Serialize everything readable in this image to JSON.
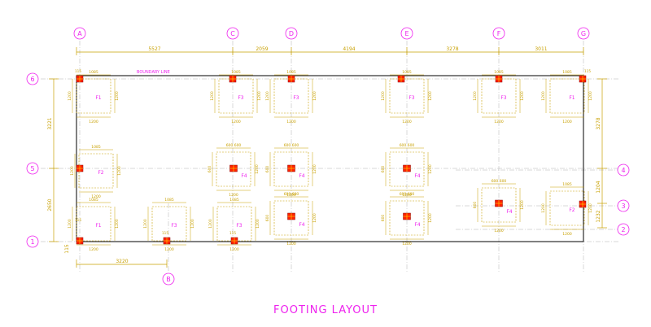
{
  "title": "FOOTING LAYOUT",
  "boundary_label": "BOUNDARY LINE",
  "colors": {
    "dimension": "#c8a000",
    "label": "#ee22ee",
    "boundary": "#000000",
    "grid": "#b0b0b0",
    "column": "#ff2200"
  },
  "grid_top": [
    {
      "id": "A",
      "label": "A"
    },
    {
      "id": "C",
      "label": "C"
    },
    {
      "id": "D",
      "label": "D"
    },
    {
      "id": "E",
      "label": "E"
    },
    {
      "id": "F",
      "label": "F"
    },
    {
      "id": "G",
      "label": "G"
    }
  ],
  "grid_bottom": [
    {
      "id": "B",
      "label": "B"
    }
  ],
  "grid_left": [
    {
      "id": "6",
      "label": "6"
    },
    {
      "id": "5",
      "label": "5"
    },
    {
      "id": "1",
      "label": "1"
    }
  ],
  "grid_right": [
    {
      "id": "4",
      "label": "4"
    },
    {
      "id": "3",
      "label": "3"
    },
    {
      "id": "2",
      "label": "2"
    }
  ],
  "top_dims": [
    "5527",
    "2059",
    "4194",
    "3278",
    "3011"
  ],
  "bottom_dims": [
    "3220"
  ],
  "left_dims": [
    "3221",
    "2650",
    "115"
  ],
  "right_dims": [
    "3278",
    "1204",
    "1232"
  ],
  "small_dims": {
    "d1085": "1085",
    "d1200": "1200",
    "d600": "600",
    "d115": "115"
  },
  "footings": [
    {
      "id": "f-a6",
      "type": "F1"
    },
    {
      "id": "f-c6",
      "type": "F3"
    },
    {
      "id": "f-d6",
      "type": "F3"
    },
    {
      "id": "f-e6",
      "type": "F3"
    },
    {
      "id": "f-f6",
      "type": "F3"
    },
    {
      "id": "f-g6",
      "type": "F1"
    },
    {
      "id": "f-a5",
      "type": "F2"
    },
    {
      "id": "f-c5",
      "type": "F4"
    },
    {
      "id": "f-d5",
      "type": "F4"
    },
    {
      "id": "f-e5",
      "type": "F4"
    },
    {
      "id": "f-a1",
      "type": "F1"
    },
    {
      "id": "f-b1",
      "type": "F3"
    },
    {
      "id": "f-c1",
      "type": "F3"
    },
    {
      "id": "f-d2",
      "type": "F4"
    },
    {
      "id": "f-e2",
      "type": "F4"
    },
    {
      "id": "f-f3",
      "type": "F4"
    },
    {
      "id": "f-g3",
      "type": "F2"
    }
  ]
}
